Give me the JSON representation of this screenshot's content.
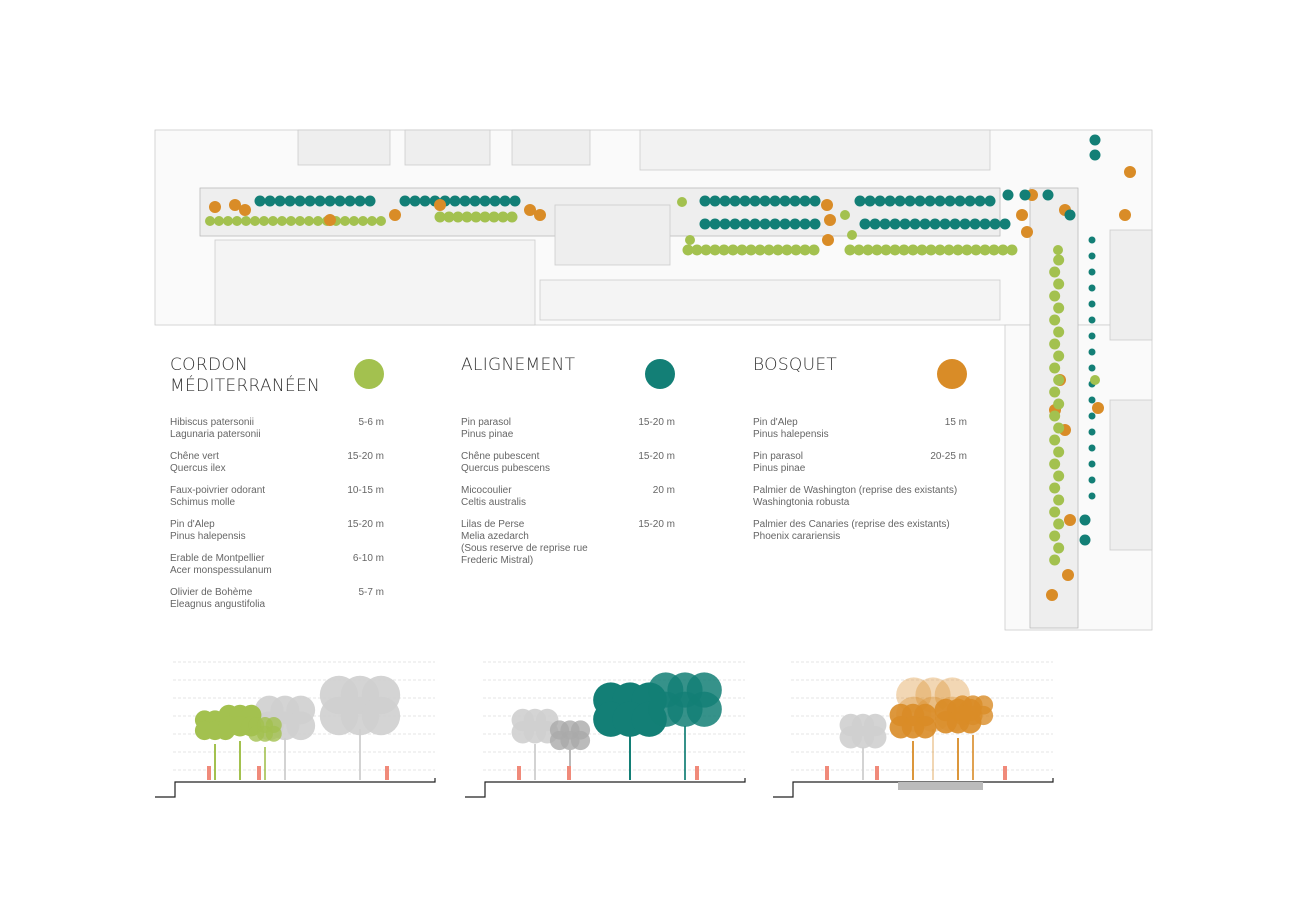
{
  "colors": {
    "cordon": "#a3c14f",
    "alignement": "#137f76",
    "bosquet": "#d98c27"
  },
  "legend": [
    {
      "title": "CORDON\nMÉDITERRANÉEN",
      "color": "#a3c14f",
      "items": [
        {
          "common": "Hibiscus patersonii",
          "latin": "Lagunaria patersonii",
          "height": "5-6 m"
        },
        {
          "common": "Chêne vert",
          "latin": "Quercus ilex",
          "height": "15-20 m"
        },
        {
          "common": "Faux-poivrier odorant",
          "latin": "Schimus molle",
          "height": "10-15 m"
        },
        {
          "common": "Pin d'Alep",
          "latin": "Pinus halepensis",
          "height": "15-20 m"
        },
        {
          "common": "Erable de Montpellier",
          "latin": "Acer monspessulanum",
          "height": "6-10 m"
        },
        {
          "common": "Olivier de Bohème",
          "latin": "Eleagnus angustifolia",
          "height": "5-7 m"
        }
      ]
    },
    {
      "title": "ALIGNEMENT",
      "color": "#137f76",
      "items": [
        {
          "common": "Pin parasol",
          "latin": "Pinus pinae",
          "height": "15-20 m"
        },
        {
          "common": "Chêne pubescent",
          "latin": "Quercus pubescens",
          "height": "15-20 m"
        },
        {
          "common": "Micocoulier",
          "latin": "Celtis australis",
          "height": "20 m"
        },
        {
          "common": "Lilas de Perse",
          "latin": "Melia azedarch\n(Sous reserve de reprise rue\nFrederic Mistral)",
          "height": "15-20 m"
        }
      ]
    },
    {
      "title": "BOSQUET",
      "color": "#d98c27",
      "items": [
        {
          "common": "Pin d'Alep",
          "latin": "Pinus halepensis",
          "height": "15 m"
        },
        {
          "common": "Pin parasol",
          "latin": "Pinus pinae",
          "height": "20-25 m"
        },
        {
          "common": "Palmier de Washington (reprise des existants)",
          "latin": "Washingtonia robusta",
          "height": ""
        },
        {
          "common": "Palmier des Canaries (reprise des existants)",
          "latin": "Phoenix carariensis",
          "height": ""
        }
      ]
    }
  ]
}
